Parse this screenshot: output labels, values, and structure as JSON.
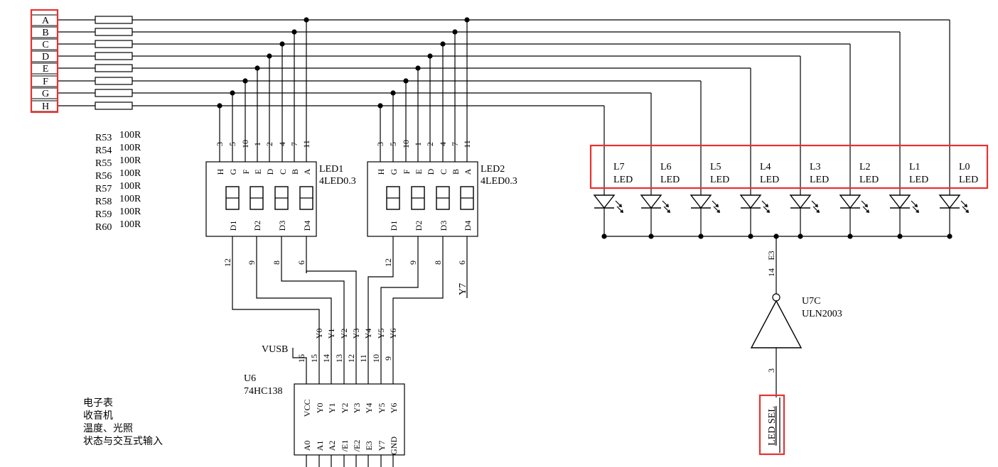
{
  "bus_pins": [
    "A",
    "B",
    "C",
    "D",
    "E",
    "F",
    "G",
    "H"
  ],
  "resistors": [
    {
      "ref": "R53",
      "value": "100R"
    },
    {
      "ref": "R54",
      "value": "100R"
    },
    {
      "ref": "R55",
      "value": "100R"
    },
    {
      "ref": "R56",
      "value": "100R"
    },
    {
      "ref": "R57",
      "value": "100R"
    },
    {
      "ref": "R58",
      "value": "100R"
    },
    {
      "ref": "R59",
      "value": "100R"
    },
    {
      "ref": "R60",
      "value": "100R"
    }
  ],
  "displays": [
    {
      "ref": "LED1",
      "part": "4LED0.3",
      "seg_labels": [
        "H",
        "G",
        "F",
        "E",
        "D",
        "C",
        "B",
        "A"
      ],
      "seg_pins": [
        "3",
        "5",
        "10",
        "1",
        "2",
        "4",
        "7",
        "11"
      ],
      "digit_labels": [
        "D1",
        "D2",
        "D3",
        "D4"
      ],
      "digit_pins": [
        "12",
        "9",
        "8",
        "6"
      ]
    },
    {
      "ref": "LED2",
      "part": "4LED0.3",
      "seg_labels": [
        "H",
        "G",
        "F",
        "E",
        "D",
        "C",
        "B",
        "A"
      ],
      "seg_pins": [
        "3",
        "5",
        "10",
        "1",
        "2",
        "4",
        "7",
        "11"
      ],
      "digit_labels": [
        "D1",
        "D2",
        "D3",
        "D4"
      ],
      "digit_pins": [
        "12",
        "9",
        "8",
        "6"
      ]
    }
  ],
  "y7_label": "Y7",
  "decoder": {
    "ref": "U6",
    "part": "74HC138",
    "supply": "VUSB",
    "top_pins": [
      "VCC",
      "Y0",
      "Y1",
      "Y2",
      "Y3",
      "Y4",
      "Y5",
      "Y6"
    ],
    "top_pin_numbers": [
      "16",
      "15",
      "14",
      "13",
      "12",
      "11",
      "10",
      "9"
    ],
    "net_labels": [
      "Y0",
      "Y1",
      "Y2",
      "Y3",
      "Y4",
      "Y5",
      "Y6"
    ],
    "bottom_pins": [
      "A0",
      "A1",
      "A2",
      "/E1",
      "/E2",
      "E3",
      "Y7",
      "GND"
    ]
  },
  "leds": [
    {
      "name": "L7",
      "type": "LED"
    },
    {
      "name": "L6",
      "type": "LED"
    },
    {
      "name": "L5",
      "type": "LED"
    },
    {
      "name": "L4",
      "type": "LED"
    },
    {
      "name": "L3",
      "type": "LED"
    },
    {
      "name": "L2",
      "type": "LED"
    },
    {
      "name": "L1",
      "type": "LED"
    },
    {
      "name": "L0",
      "type": "LED"
    }
  ],
  "driver": {
    "ref": "U7C",
    "part": "ULN2003",
    "in_pin": "3",
    "out_pin": "14",
    "net": "E3"
  },
  "led_sel_label": "LED_SEL",
  "notes": [
    "电子表",
    "收音机",
    "温度、光照",
    "状态与交互式输入"
  ],
  "highlight_color": "#e8312f"
}
